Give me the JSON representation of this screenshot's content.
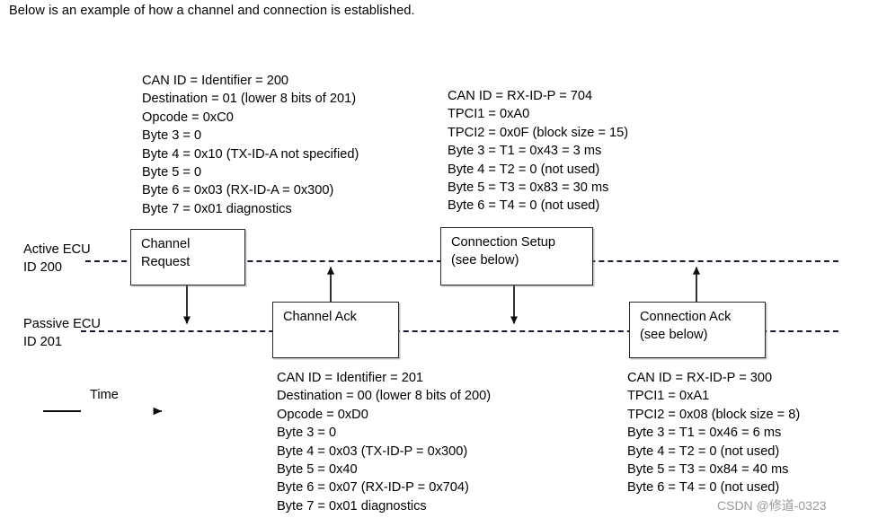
{
  "intro": {
    "text": "Below is an example of how a channel and connection is established."
  },
  "lanes": [
    {
      "name": "active-ecu",
      "label_line1": "Active ECU",
      "label_line2": "ID 200"
    },
    {
      "name": "passive-ecu",
      "label_line1": "Passive ECU",
      "label_line2": "ID 201"
    }
  ],
  "boxes": {
    "channel_request": {
      "line1": "Channel",
      "line2": "Request"
    },
    "channel_ack": {
      "line1": "Channel Ack",
      "line2": ""
    },
    "connection_setup": {
      "line1": "Connection Setup",
      "line2": "(see below)"
    },
    "connection_ack": {
      "line1": "Connection Ack",
      "line2": "(see below)"
    }
  },
  "notes": {
    "channel_request": {
      "lines": [
        "CAN ID = Identifier = 200",
        "Destination = 01 (lower 8 bits of 201)",
        "Opcode = 0xC0",
        "Byte 3 = 0",
        "Byte 4 = 0x10 (TX-ID-A not specified)",
        "Byte 5 = 0",
        "Byte 6 = 0x03 (RX-ID-A = 0x300)",
        "Byte 7 = 0x01 diagnostics"
      ]
    },
    "connection_setup": {
      "lines": [
        "CAN ID = RX-ID-P = 704",
        "TPCI1 = 0xA0",
        "TPCI2 = 0x0F (block size = 15)",
        "Byte 3 = T1 = 0x43 = 3 ms",
        "Byte 4 = T2 = 0 (not used)",
        "Byte 5 = T3 = 0x83 = 30 ms",
        "Byte 6 = T4 = 0 (not used)"
      ]
    },
    "channel_ack": {
      "lines": [
        "CAN ID = Identifier = 201",
        "Destination = 00 (lower 8 bits of 200)",
        "Opcode = 0xD0",
        "Byte 3 = 0",
        "Byte 4 = 0x03 (TX-ID-P = 0x300)",
        "Byte 5 = 0x40",
        "Byte 6 = 0x07 (RX-ID-P = 0x704)",
        "Byte 7 = 0x01 diagnostics"
      ]
    },
    "connection_ack": {
      "lines": [
        "CAN ID = RX-ID-P = 300",
        "TPCI1 = 0xA1",
        "TPCI2 = 0x08 (block size = 8)",
        "Byte 3 = T1 = 0x46 = 6 ms",
        "Byte 4 = T2 = 0 (not used)",
        "Byte 5 = T3 = 0x84 = 40 ms",
        "Byte 6 = T4 = 0 (not used)"
      ]
    }
  },
  "time_axis": {
    "label": "Time"
  },
  "watermark": {
    "text": "CSDN @修道-0323"
  },
  "colors": {
    "stroke": "#2a2a2a",
    "lifeline": "#1a1a2e",
    "background": "#ffffff",
    "watermark": "#9a9a9a"
  }
}
